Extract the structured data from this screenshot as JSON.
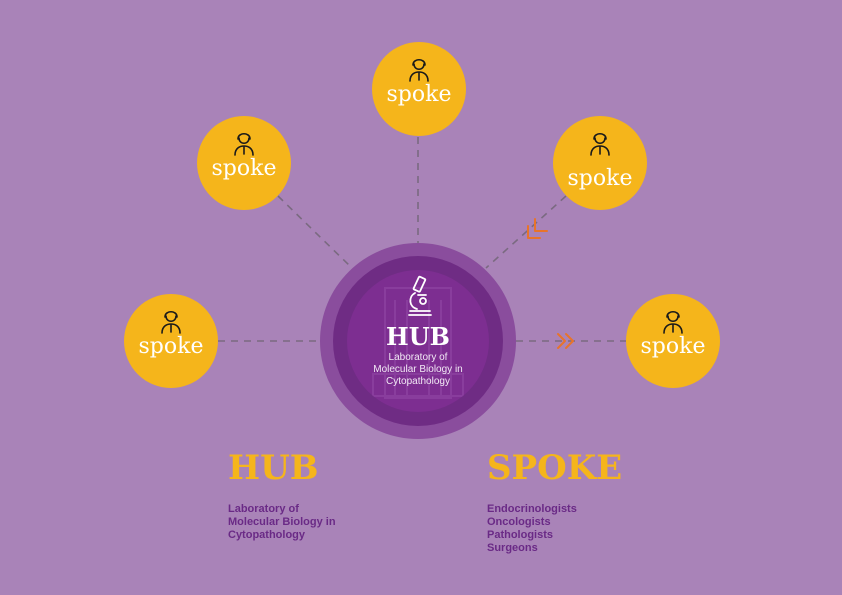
{
  "spoke_label": "spoke",
  "hub": {
    "title": "HUB",
    "subtitle_lines": [
      "Laboratory of",
      "Molecular Biology in",
      "Cytopathology"
    ]
  },
  "legend": {
    "hub": {
      "heading": "HUB",
      "lines": [
        "Laboratory of",
        "Molecular Biology in",
        "Cytopathology"
      ]
    },
    "spoke": {
      "heading": "SPOKE",
      "lines": [
        "Endocrinologists",
        "Oncologists",
        "Pathologists",
        "Surgeons"
      ]
    }
  },
  "colors": {
    "background": "#a983b8",
    "spoke_fill": "#f5b51b",
    "hub_ring": "#8a4d9d",
    "hub_core": "#7d2e91",
    "arrow": "#e8742a",
    "connector": "#7a6a80",
    "legend_text": "#6a2a86"
  }
}
